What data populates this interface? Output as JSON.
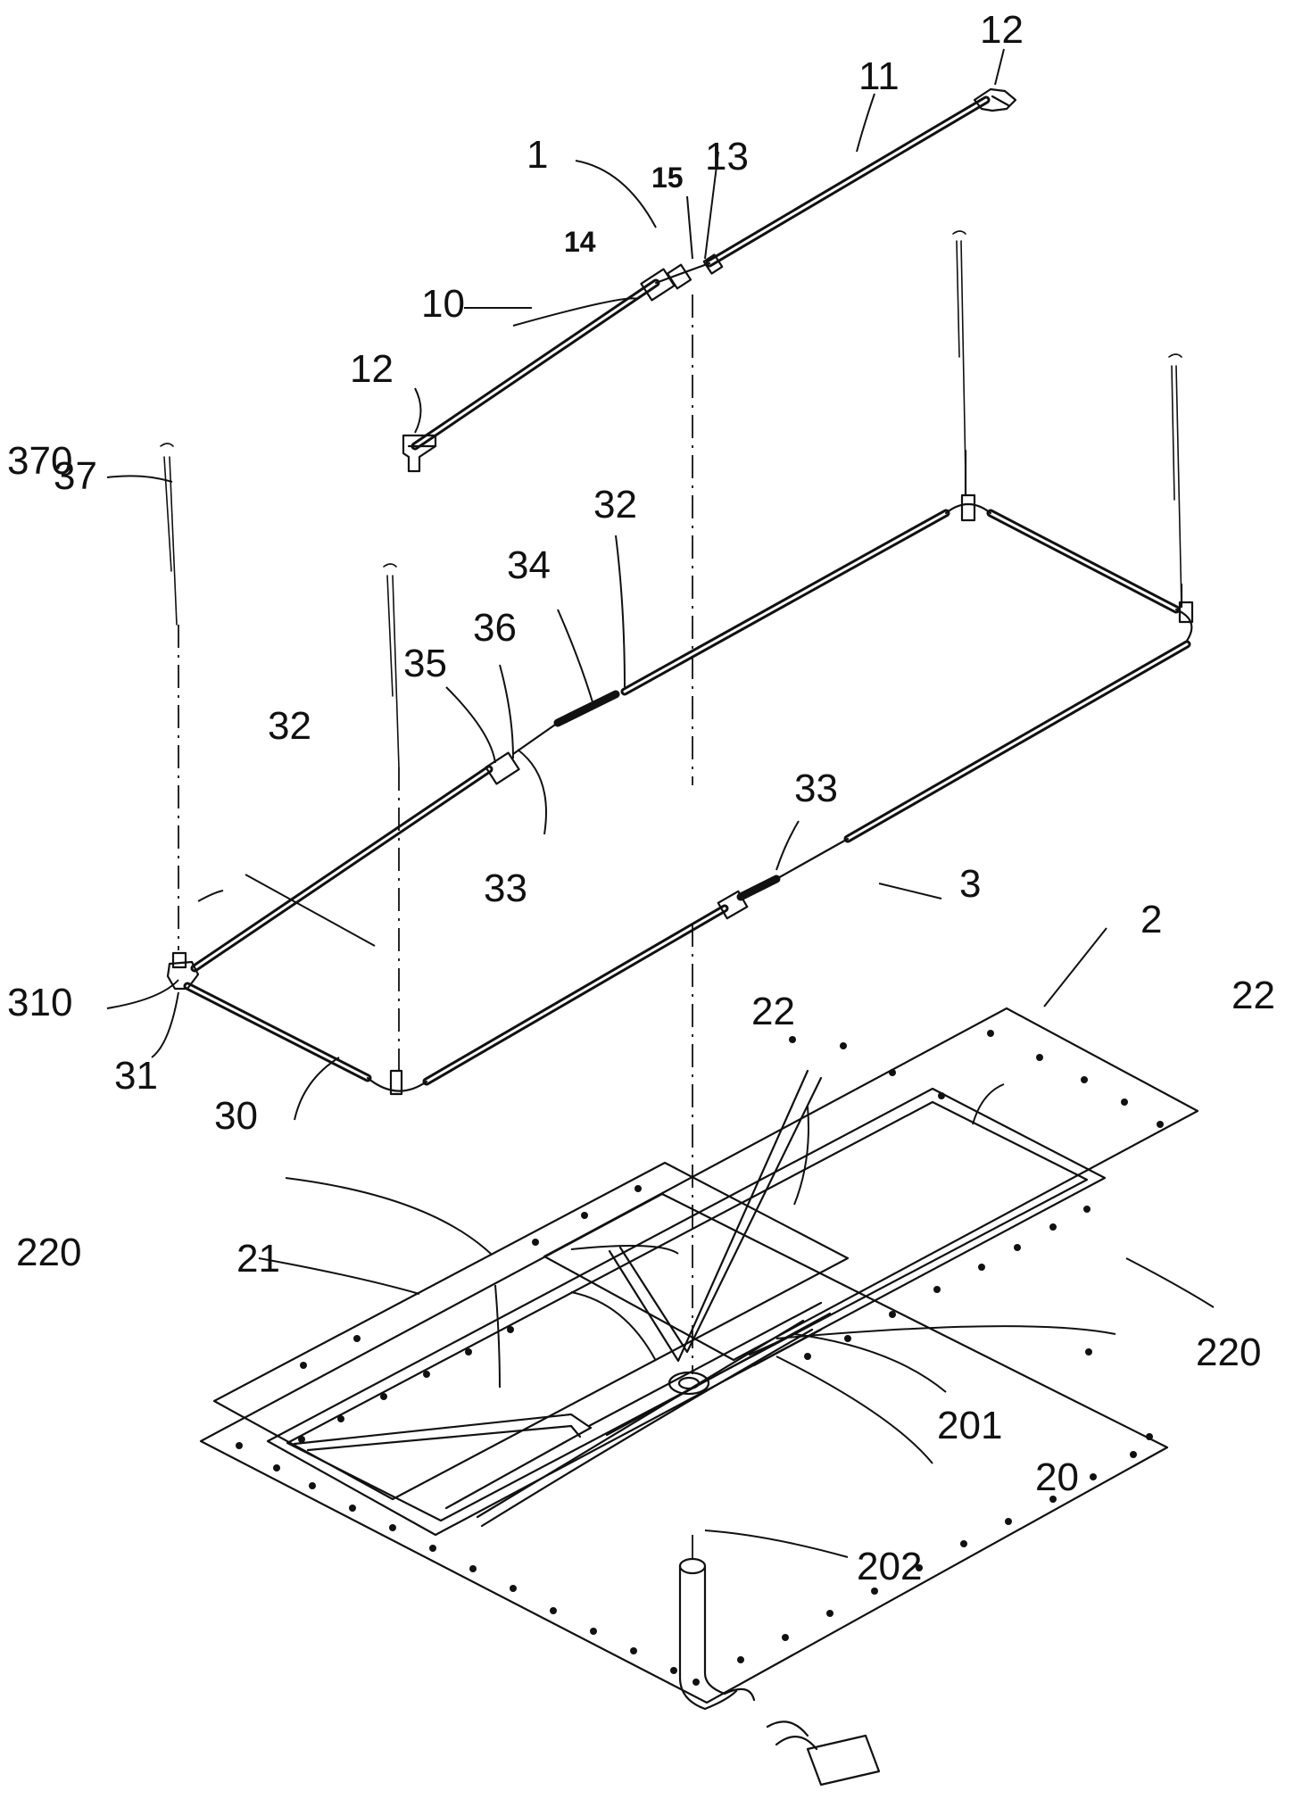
{
  "labels": {
    "l1": "1",
    "l2": "2",
    "l3": "3",
    "l10": "10",
    "l11": "11",
    "l12a": "12",
    "l12b": "12",
    "l13": "13",
    "l14": "14",
    "l15": "15",
    "l20": "20",
    "l21": "21",
    "l22a": "22",
    "l22b": "22",
    "l30": "30",
    "l31": "31",
    "l32a": "32",
    "l32b": "32",
    "l33a": "33",
    "l33b": "33",
    "l34": "34",
    "l35": "35",
    "l36": "36",
    "l37": "37",
    "l201": "201",
    "l202": "202",
    "l220a": "220",
    "l220b": "220",
    "l310": "310",
    "l370": "370"
  }
}
